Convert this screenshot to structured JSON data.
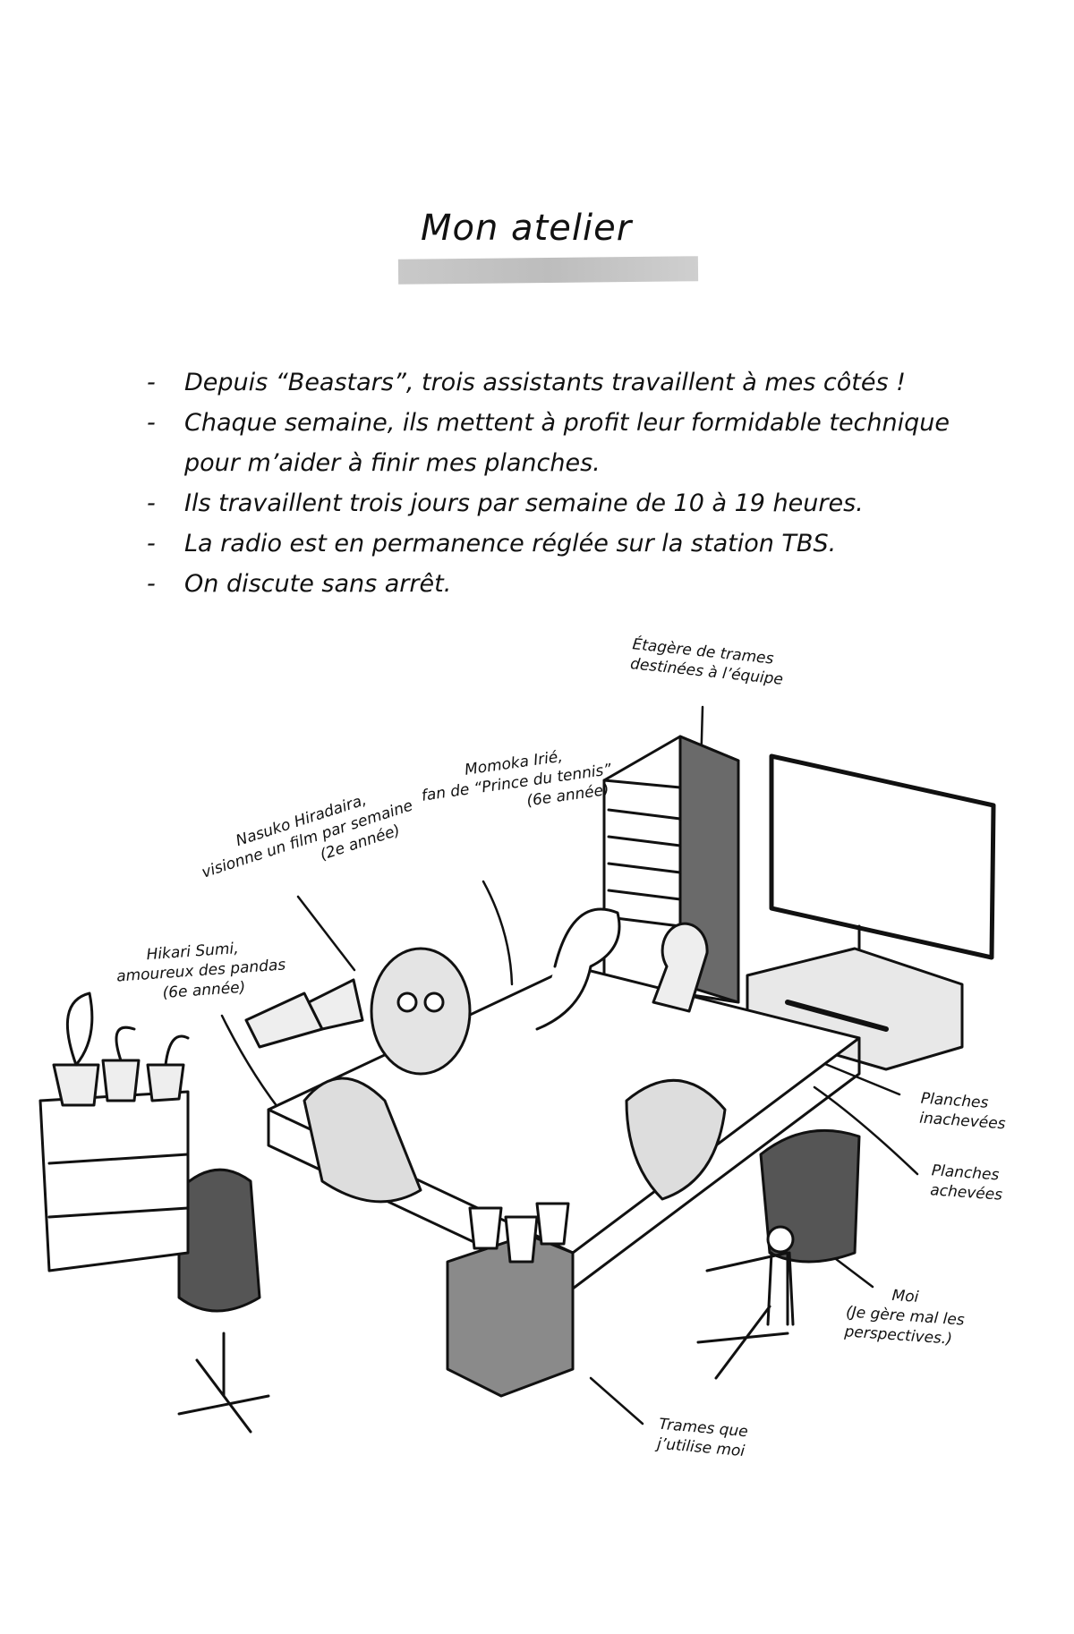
{
  "page": {
    "title": "Mon atelier",
    "bullets": [
      {
        "dash": "-",
        "text": "Depuis “Beastars”, trois assistants travaillent à mes côtés !"
      },
      {
        "dash": "-",
        "text": "Chaque semaine, ils mettent à profit leur formidable technique"
      },
      {
        "dash": "",
        "text": "pour m’aider à finir mes planches."
      },
      {
        "dash": "-",
        "text": "Ils travaillent trois jours par semaine de 10 à 19 heures."
      },
      {
        "dash": "-",
        "text": "La radio est en permanence réglée sur la station TBS."
      },
      {
        "dash": "-",
        "text": "On discute sans arrêt."
      }
    ]
  },
  "labels": {
    "shelf": [
      "Étagère de trames",
      "destinées à l’équipe"
    ],
    "momoka": [
      "Momoka Irié,",
      "fan de “Prince du tennis”",
      "(6e année)"
    ],
    "nasuko": [
      "Nasuko Hiradaira,",
      "visionne un film par semaine",
      "(2e année)"
    ],
    "hikari": [
      "Hikari Sumi,",
      "amoureux des pandas",
      "(6e année)"
    ],
    "unfinished": [
      "Planches",
      "inachevées"
    ],
    "finished": [
      "Planches",
      "achevées"
    ],
    "me": [
      "Moi",
      "(Je gère mal les",
      "perspectives.)"
    ],
    "screens": [
      "Trames que",
      "j’utilise moi"
    ]
  }
}
